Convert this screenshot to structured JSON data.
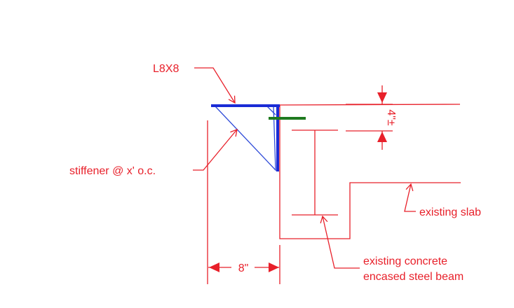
{
  "colors": {
    "annotation": "#e8202a",
    "angle": "#1a2bd6",
    "stiffener": "#2f4bd8",
    "anchor": "#1f7a1f"
  },
  "labels": {
    "angle": "L8X8",
    "stiffener": "stiffener @ x' o.c.",
    "slab": "existing slab",
    "beam_line1": "existing concrete",
    "beam_line2": "encased steel beam",
    "width_dim": "8\"",
    "depth_dim": "4\"±"
  }
}
